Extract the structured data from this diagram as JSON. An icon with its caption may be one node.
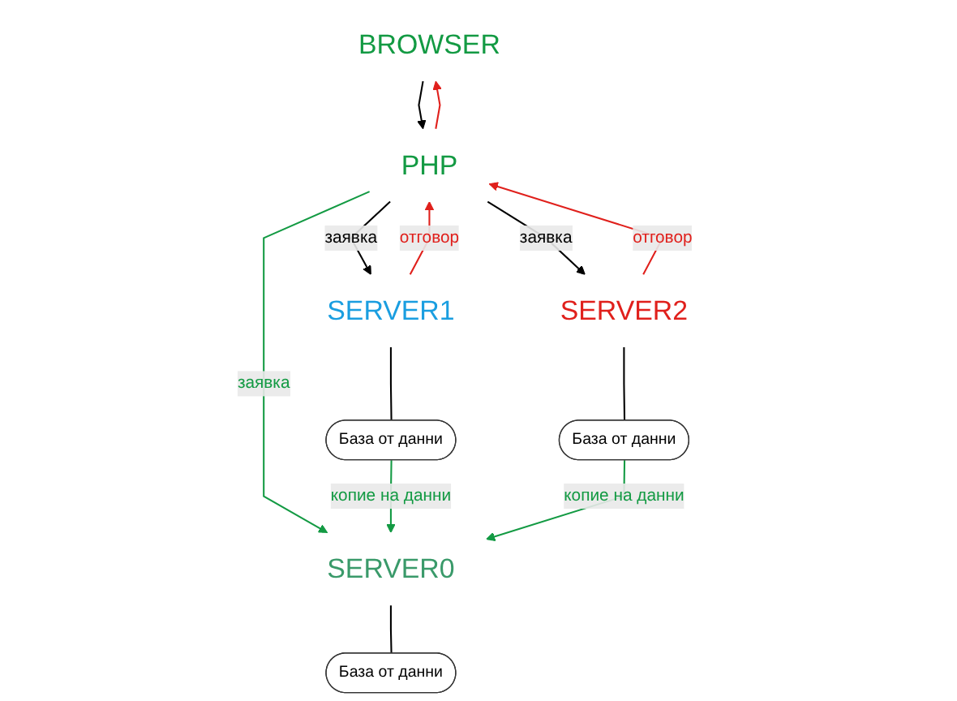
{
  "diagram": {
    "nodes": [
      {
        "text": [
          "BROWSER"
        ]
      },
      {
        "text": [
          "PHP"
        ]
      },
      {
        "text": [
          "SERVER1"
        ]
      },
      {
        "text": [
          "База от данни"
        ]
      },
      {
        "text": [
          "SERVER2"
        ]
      },
      {
        "text": [
          "База от данни"
        ]
      },
      {
        "text": [
          "SERVER0"
        ]
      },
      {
        "text": [
          "База от данни"
        ]
      }
    ],
    "edges": [
      {
        "from": 0,
        "to": 1,
        "arrow": "to"
      },
      {
        "from": 1,
        "to": 0,
        "arrow": "to",
        "color": "#e0201c"
      },
      {
        "from": 1,
        "to": 2,
        "arrow": "to",
        "label": "заявка"
      },
      {
        "from": 2,
        "to": 1,
        "arrow": "to",
        "label": "отговор",
        "color": "#e0201c"
      },
      {
        "from": 1,
        "to": 4,
        "arrow": "to",
        "label": "заявка"
      },
      {
        "from": 4,
        "to": 1,
        "arrow": "to",
        "label": "отговор",
        "color": "#e0201c"
      },
      {
        "from": 1,
        "to": 6,
        "arrow": "to",
        "label": "заявка",
        "color": "#139a43"
      },
      {
        "from": 2,
        "to": 3,
        "arrow": "none"
      },
      {
        "from": 4,
        "to": 5,
        "arrow": "none"
      },
      {
        "from": 6,
        "to": 7,
        "arrow": "none"
      },
      {
        "from": 3,
        "to": 6,
        "arrow": "to",
        "label": "копие на данни",
        "color": "#139a43"
      },
      {
        "from": 5,
        "to": 6,
        "arrow": "to",
        "label": "копие на данни",
        "color": "#139a43"
      }
    ]
  }
}
